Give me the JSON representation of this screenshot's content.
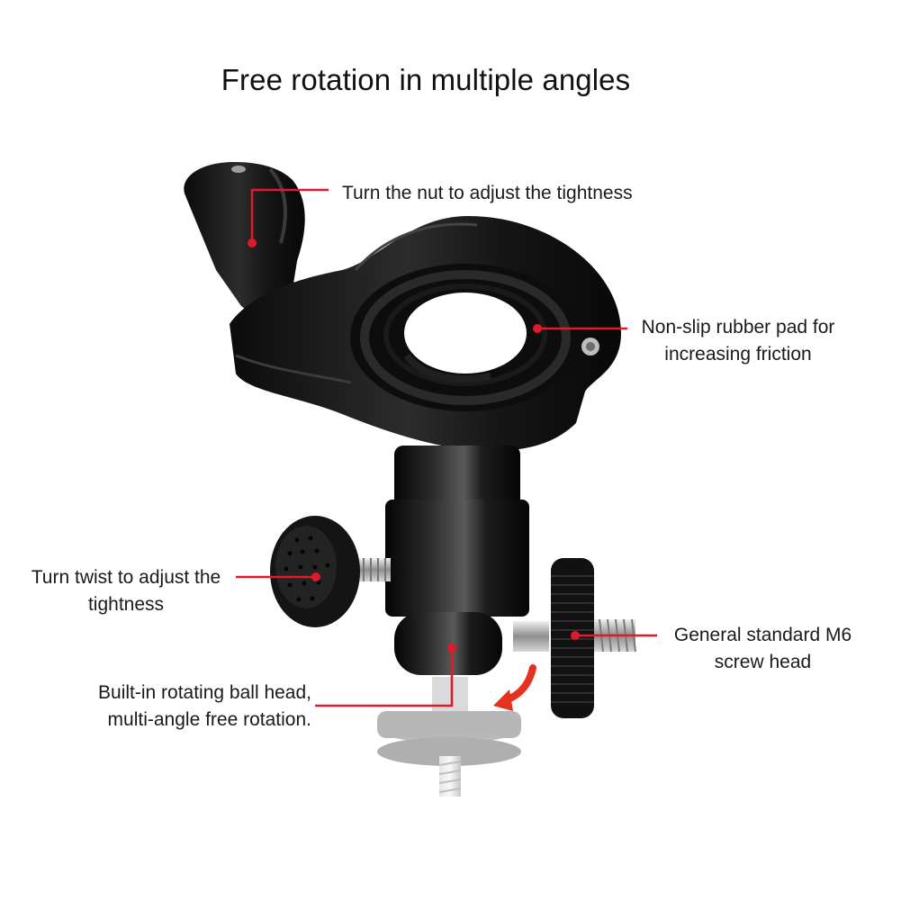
{
  "title": "Free rotation in multiple angles",
  "annotations": {
    "nut": {
      "lines": [
        "Turn the nut to adjust the tightness"
      ]
    },
    "rubber_pad": {
      "lines": [
        "Non-slip rubber pad for",
        "increasing friction"
      ]
    },
    "twist": {
      "lines": [
        "Turn twist to adjust the",
        "tightness"
      ]
    },
    "m6_screw": {
      "lines": [
        "General standard M6",
        "screw head"
      ]
    },
    "ball_head": {
      "lines": [
        "Built-in rotating ball head,",
        "multi-angle free rotation."
      ]
    }
  },
  "colors": {
    "background": "#ffffff",
    "product": "#151515",
    "leader_line": "#e0192b",
    "rotation_arrow": "#e3321e"
  }
}
